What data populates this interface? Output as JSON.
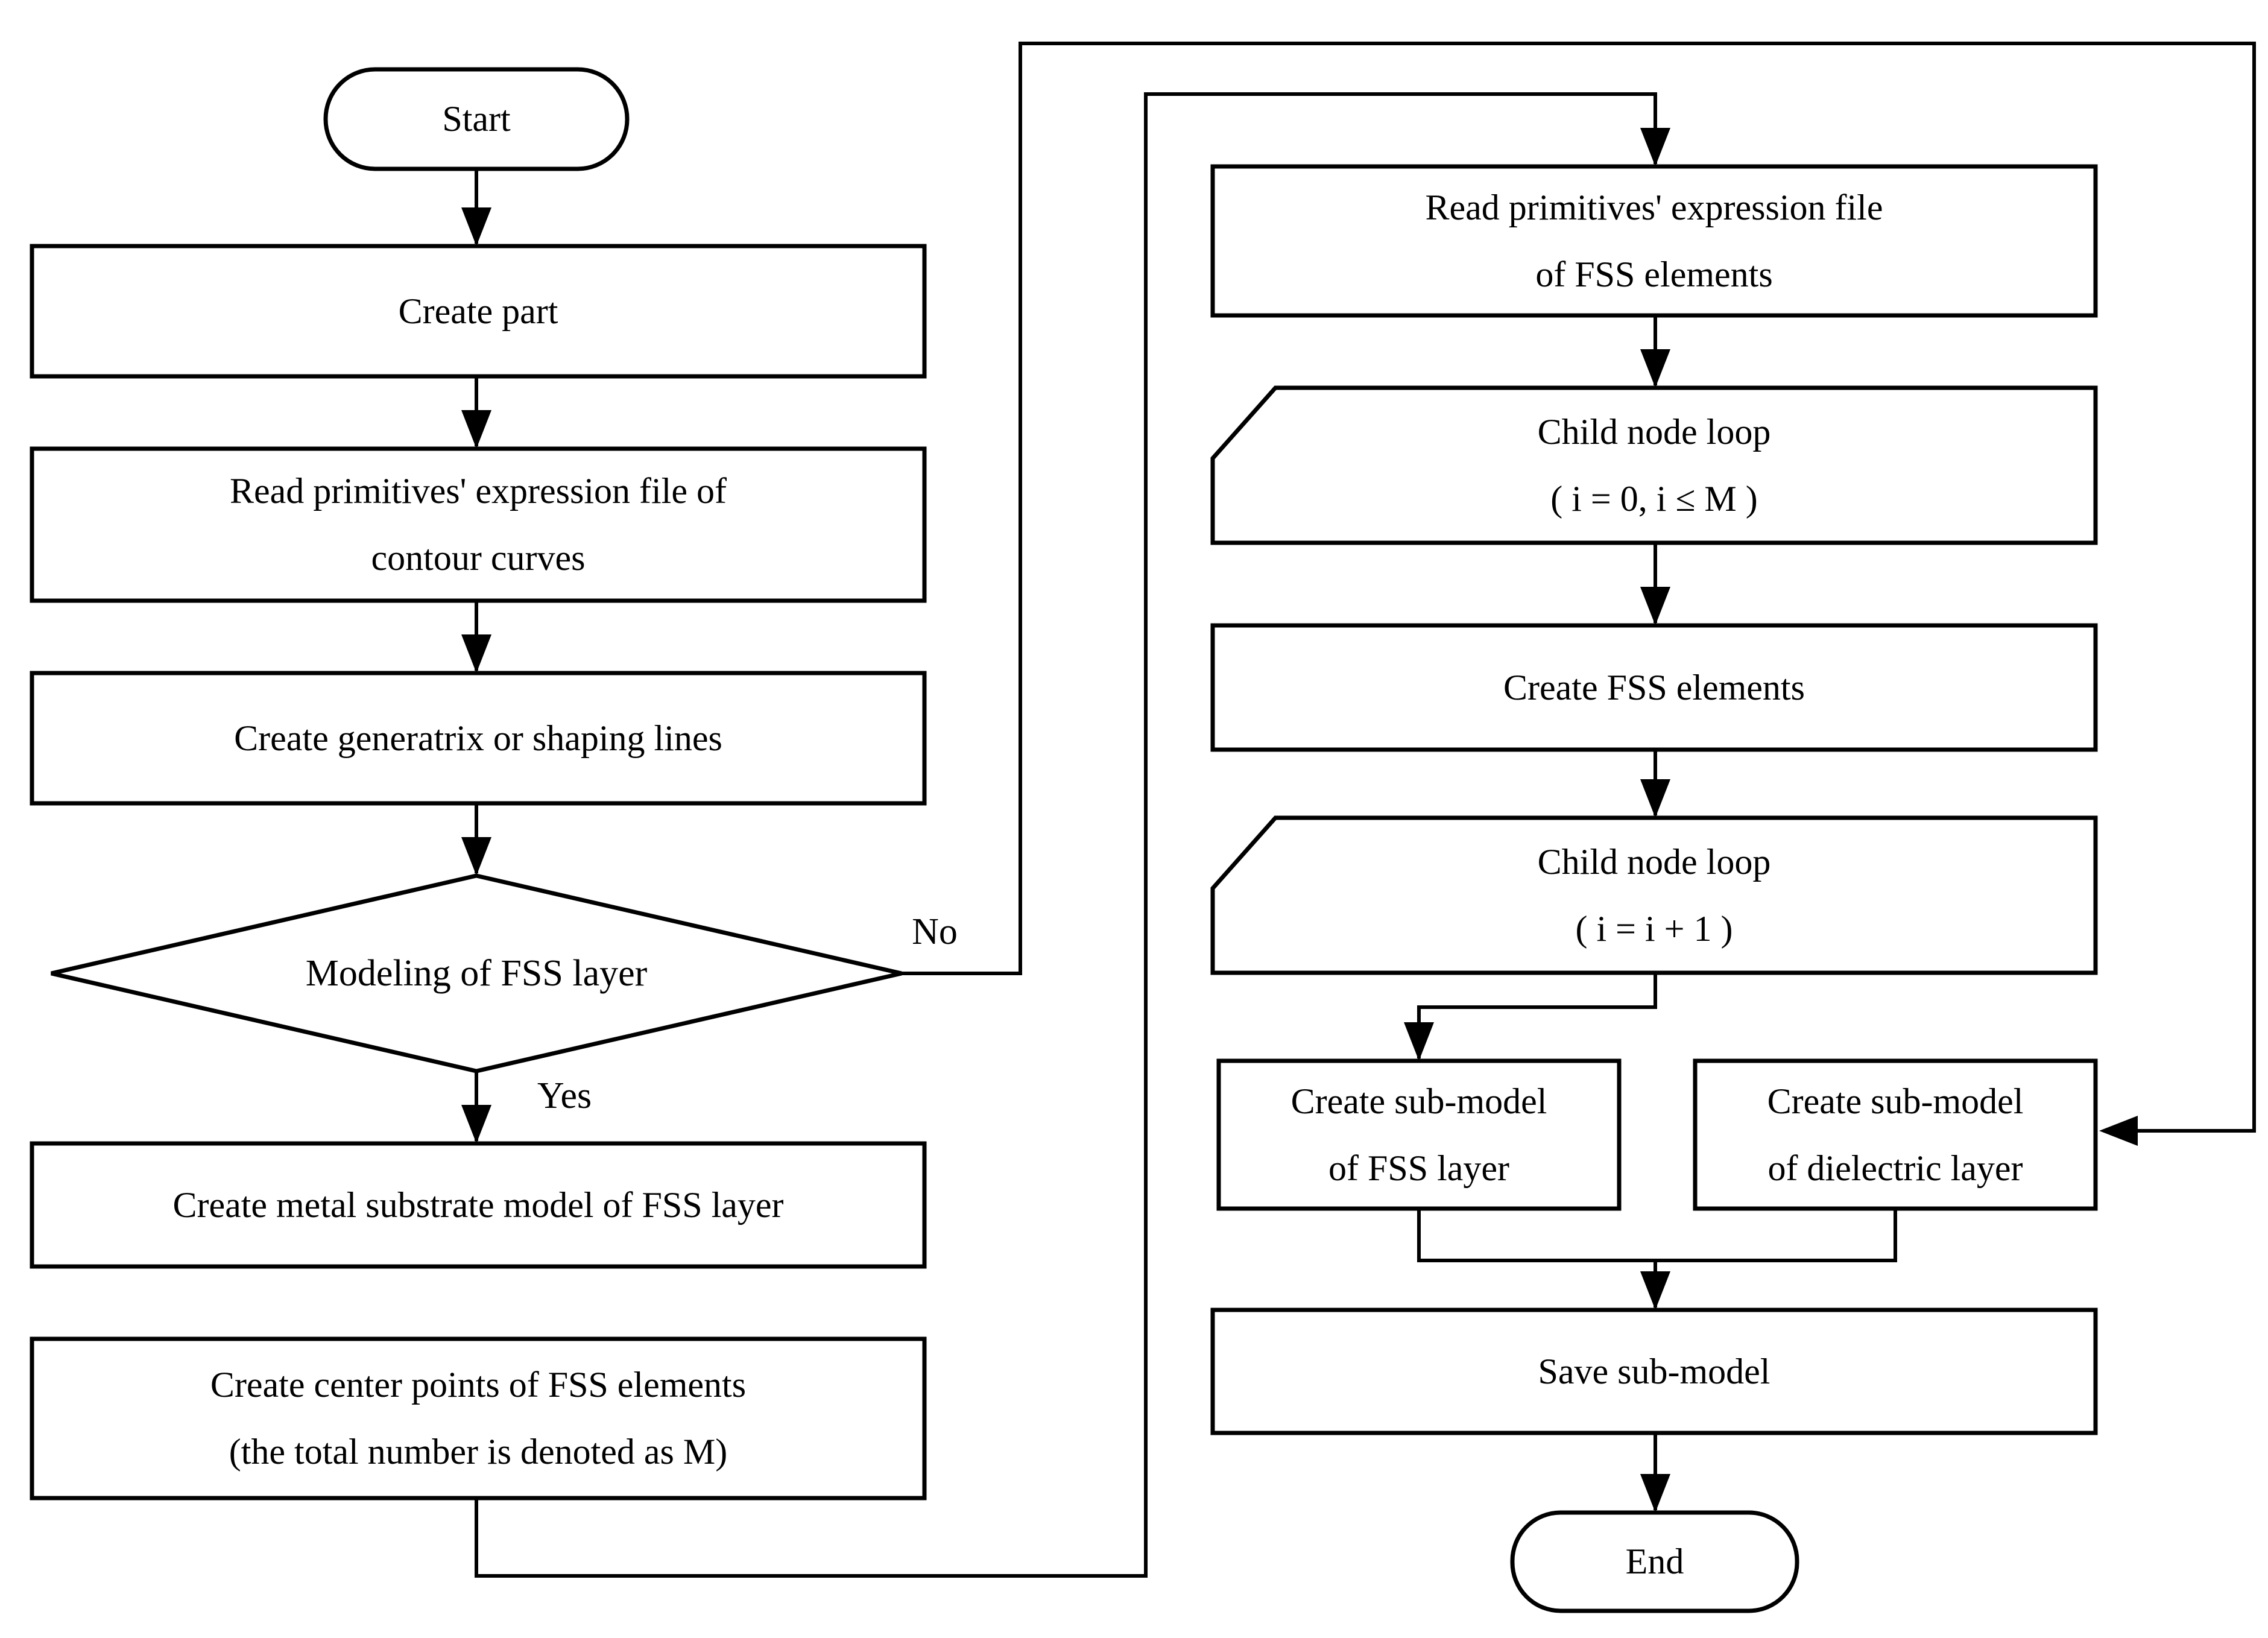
{
  "diagram": {
    "background_color": "#ffffff",
    "line_color": "#000000",
    "nodes": {
      "start": {
        "shape": "terminator",
        "label": "Start"
      },
      "create_part": {
        "shape": "process",
        "label": "Create part"
      },
      "read_contour": {
        "shape": "process",
        "label": "Read primitives'  expression file of\ncontour curves"
      },
      "create_generatrix": {
        "shape": "process",
        "label": "Create generatrix or shaping lines"
      },
      "modeling_decision": {
        "shape": "decision",
        "label": "Modeling of FSS layer"
      },
      "create_metal_substrate": {
        "shape": "process",
        "label": "Create metal substrate model of FSS layer"
      },
      "create_center_points": {
        "shape": "process",
        "label": "Create center points of FSS elements\n(the total number is denoted as M)"
      },
      "read_fss": {
        "shape": "process",
        "label": "Read primitives'  expression file\nof FSS elements"
      },
      "child_loop_1": {
        "shape": "loop-limit",
        "label": "Child node loop\n( i = 0, i ≤ M )"
      },
      "create_fss_elements": {
        "shape": "process",
        "label": "Create FSS elements"
      },
      "child_loop_2": {
        "shape": "loop-limit",
        "label": "Child node loop\n( i = i + 1 )"
      },
      "sub_model_fss": {
        "shape": "process",
        "label": "Create sub-model\nof FSS layer"
      },
      "sub_model_dielectric": {
        "shape": "process",
        "label": "Create sub-model\nof dielectric layer"
      },
      "save_sub_model": {
        "shape": "process",
        "label": "Save sub-model"
      },
      "end": {
        "shape": "terminator",
        "label": "End"
      }
    },
    "edge_labels": {
      "no": "No",
      "yes": "Yes"
    }
  }
}
